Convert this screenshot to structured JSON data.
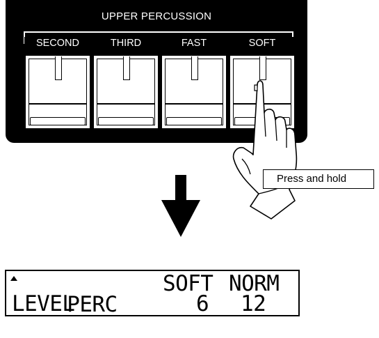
{
  "panel": {
    "title": "UPPER PERCUSSION",
    "tabs": [
      {
        "label": "SECOND"
      },
      {
        "label": "THIRD"
      },
      {
        "label": "FAST"
      },
      {
        "label": "SOFT"
      }
    ]
  },
  "callout": {
    "text": "Press and hold"
  },
  "lcd": {
    "row1": {
      "label": "PERC",
      "col1": "SOFT",
      "col2": "NORM"
    },
    "row2": {
      "label": "LEVEL",
      "col1": "6",
      "col2": "12"
    }
  },
  "icons": [
    "hand-press-icon",
    "down-arrow-icon",
    "up-triangle-icon"
  ],
  "colors": {
    "panel": "#000000",
    "background": "#ffffff",
    "text_on_panel": "#ffffff"
  }
}
